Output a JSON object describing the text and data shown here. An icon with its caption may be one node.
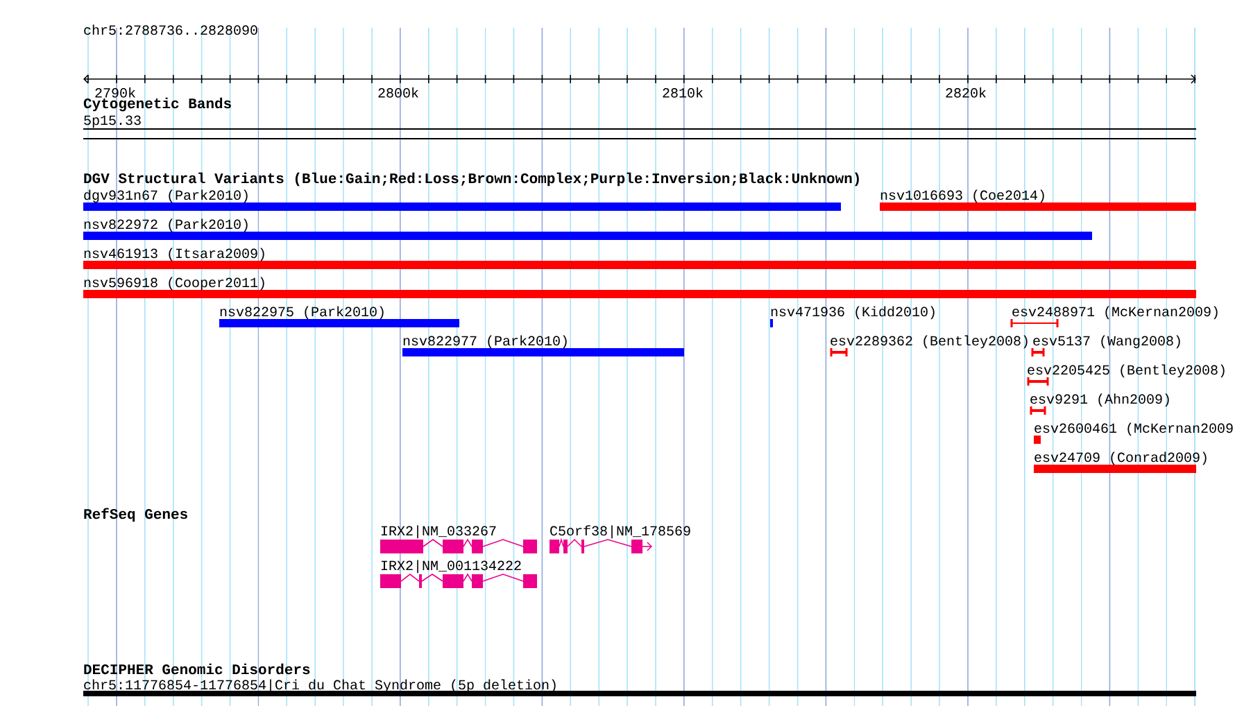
{
  "diagram": {
    "title": "chr5:2788736..2828090",
    "nodes": [
      {
        "text": [
          "5p15.33"
        ]
      },
      {
        "text": [
          "dgv931n67 (Park2010)"
        ]
      },
      {
        "text": [
          "nsv1016693 (Coe2014)"
        ]
      },
      {
        "text": [
          "nsv822972 (Park2010)"
        ]
      },
      {
        "text": [
          "nsv461913 (Itsara2009)"
        ]
      },
      {
        "text": [
          "nsv596918 (Cooper2011)"
        ]
      },
      {
        "text": [
          "nsv822975 (Park2010)"
        ]
      },
      {
        "text": [
          "nsv471936 (Kidd2010)"
        ]
      },
      {
        "text": [
          "esv2488971 (McKernan2009)"
        ]
      },
      {
        "text": [
          "nsv822977 (Park2010)"
        ]
      },
      {
        "text": [
          "esv2289362 (Bentley2008)"
        ]
      },
      {
        "text": [
          "esv5137 (Wang2008)"
        ]
      },
      {
        "text": [
          "esv2205425 (Bentley2008)"
        ]
      },
      {
        "text": [
          "esv9291 (Ahn2009)"
        ]
      },
      {
        "text": [
          "esv2600461 (McKernan2009"
        ]
      },
      {
        "text": [
          "esv24709 (Conrad2009)"
        ]
      },
      {
        "text": [
          "IRX2|NM_033267"
        ]
      },
      {
        "text": [
          "C5orf38|NM_178569"
        ]
      },
      {
        "text": [
          "IRX2|NM_001134222"
        ]
      },
      {
        "text": [
          "chr5:11776854-11776854|Cri du Chat Syndrome (5p deletion)"
        ]
      }
    ],
    "edges": [],
    "labels": [
      "2790k",
      "2800k",
      "2810k",
      "2820k",
      "Cytogenetic Bands",
      "DGV Structural Variants (Blue:Gain;Red:Loss;Brown:Complex;Purple:Inversion;Black:Unknown)",
      "RefSeq Genes",
      "DECIPHER Genomic Disorders"
    ]
  }
}
